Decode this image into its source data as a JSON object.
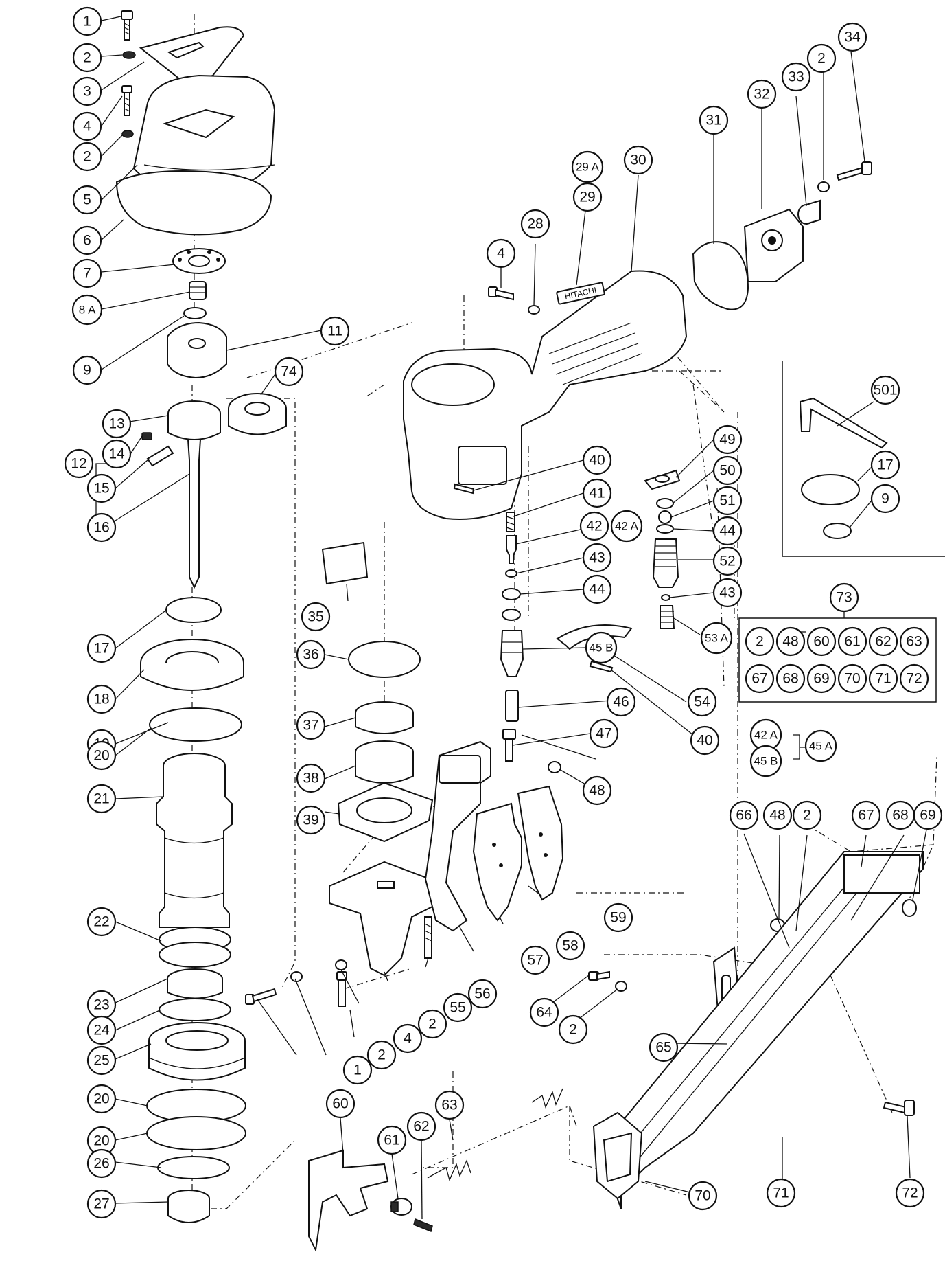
{
  "diagram": {
    "brand_plate_text": "HITACHI",
    "labels": {
      "p1": "1",
      "p2": "2",
      "p3": "3",
      "p4": "4",
      "p5": "5",
      "p6": "6",
      "p7": "7",
      "p8a": "8 A",
      "p9": "9",
      "p11": "11",
      "p12": "12",
      "p13": "13",
      "p14": "14",
      "p15": "15",
      "p16": "16",
      "p17": "17",
      "p18": "18",
      "p19": "19",
      "p20": "20",
      "p21": "21",
      "p22": "22",
      "p23": "23",
      "p24": "24",
      "p25": "25",
      "p26": "26",
      "p27": "27",
      "p28": "28",
      "p29": "29",
      "p29a": "29 A",
      "p30": "30",
      "p31": "31",
      "p32": "32",
      "p33": "33",
      "p34": "34",
      "p35": "35",
      "p36": "36",
      "p37": "37",
      "p38": "38",
      "p39": "39",
      "p40": "40",
      "p41": "41",
      "p42": "42",
      "p42a": "42 A",
      "p43": "43",
      "p44": "44",
      "p45a": "45 A",
      "p45b": "45 B",
      "p46": "46",
      "p47": "47",
      "p48": "48",
      "p49": "49",
      "p50": "50",
      "p51": "51",
      "p52": "52",
      "p53a": "53 A",
      "p54": "54",
      "p55": "55",
      "p56": "56",
      "p57": "57",
      "p58": "58",
      "p59": "59",
      "p60": "60",
      "p61": "61",
      "p62": "62",
      "p63": "63",
      "p64": "64",
      "p65": "65",
      "p66": "66",
      "p67": "67",
      "p68": "68",
      "p69": "69",
      "p70": "70",
      "p71": "71",
      "p72": "72",
      "p73": "73",
      "p74": "74",
      "p501": "501"
    }
  }
}
